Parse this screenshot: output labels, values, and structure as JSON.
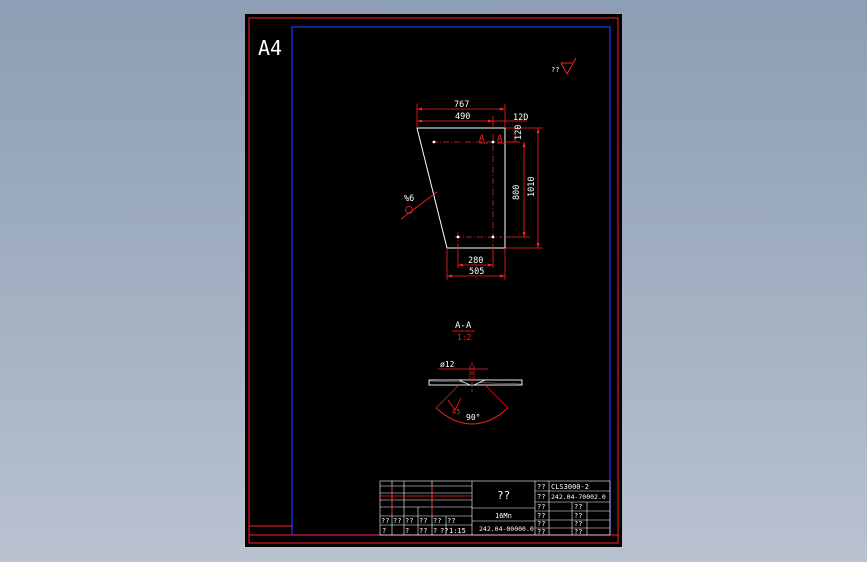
{
  "sheet": {
    "size_label": "A4",
    "surface_symbol_text": "??",
    "colors": {
      "background": "#000000",
      "outer_frame": "#ff0000",
      "inner_frame": "#2020ff",
      "geometry": "#ffffff",
      "dimensions": "#ff0000",
      "text": "#ffffff"
    }
  },
  "dims": {
    "d767": "767",
    "d490": "490",
    "d120_top": "12D",
    "d120_side": "120",
    "d800": "800",
    "d1010": "1010",
    "d280": "280",
    "d505": "505",
    "section_mark_left": "A",
    "section_mark_right": "A",
    "hole_dia": "%6"
  },
  "section": {
    "title": "A-A",
    "scale": "1:2",
    "hole_label": "ø12",
    "countersink_label": "45",
    "angle_label": "90°"
  },
  "title_block": {
    "part_name": "??",
    "material": "16Mn",
    "drawing_no": "242.04-00000.0",
    "doc_code": "CLS3000-2",
    "doc_no": "242.04-70002.0",
    "left_row1": [
      "??",
      "??",
      "??",
      "??",
      "??",
      "??"
    ],
    "left_row2": [
      "?",
      "?",
      "??",
      "?",
      "??",
      "1:15"
    ],
    "right_labels": [
      "??",
      "??",
      "??",
      "??",
      "??",
      "??",
      "??",
      "??",
      "??",
      "??"
    ]
  }
}
